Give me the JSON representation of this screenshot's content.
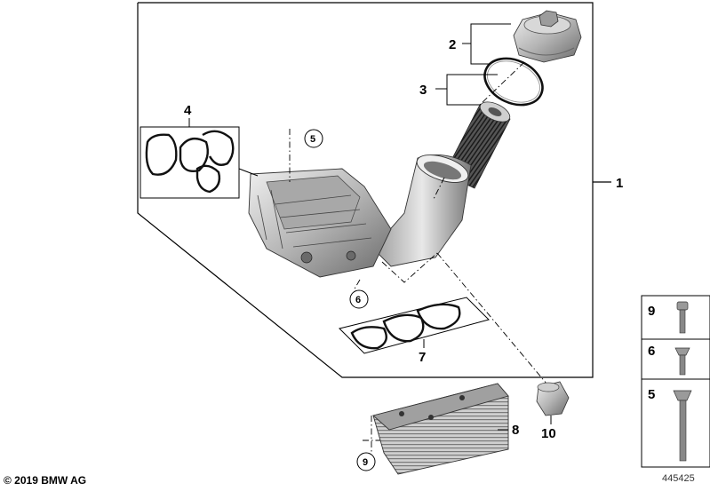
{
  "diagram": {
    "callouts": {
      "p1": "1",
      "p2": "2",
      "p3": "3",
      "p4": "4",
      "p5": "5",
      "p6": "6",
      "p7": "7",
      "p8": "8",
      "p9": "9",
      "p10": "10"
    },
    "legend": {
      "item_a": "9",
      "item_b": "6",
      "item_c": "5"
    }
  },
  "footer": {
    "copyright": "© 2019 BMW AG",
    "diagram_id": "445425"
  },
  "colors": {
    "line": "#000000",
    "part_dark": "#3a3a3a",
    "part_mid": "#8a8a8a",
    "part_light": "#d4d4d4"
  }
}
